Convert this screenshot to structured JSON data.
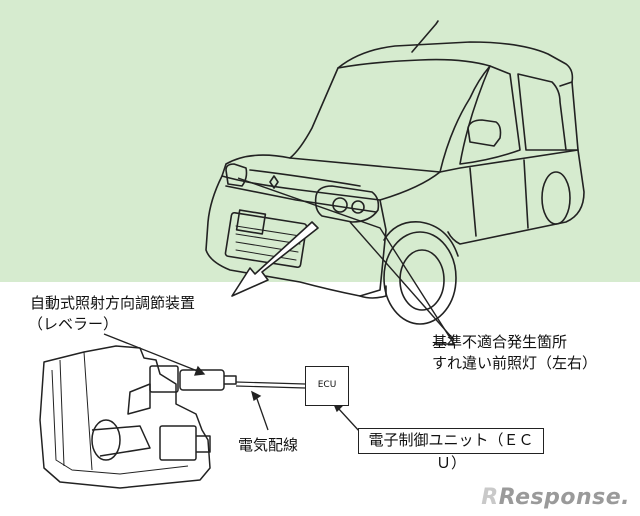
{
  "colors": {
    "top_background": "#d6ebcf",
    "line": "#222222",
    "arrow_fill": "#ffffff"
  },
  "labels": {
    "leveler_title": "自動式照射方向調節装置",
    "leveler_sub": "（レベラー）",
    "defect_location": "基準不適合発生箇所",
    "headlamp": "すれ違い前照灯（左右）",
    "ecu_chip": "ECU",
    "ecu_box": "電子制御ユニット（ＥＣＵ）",
    "wiring": "電気配線"
  },
  "logo": {
    "text": "Response.",
    "mark": "R"
  }
}
